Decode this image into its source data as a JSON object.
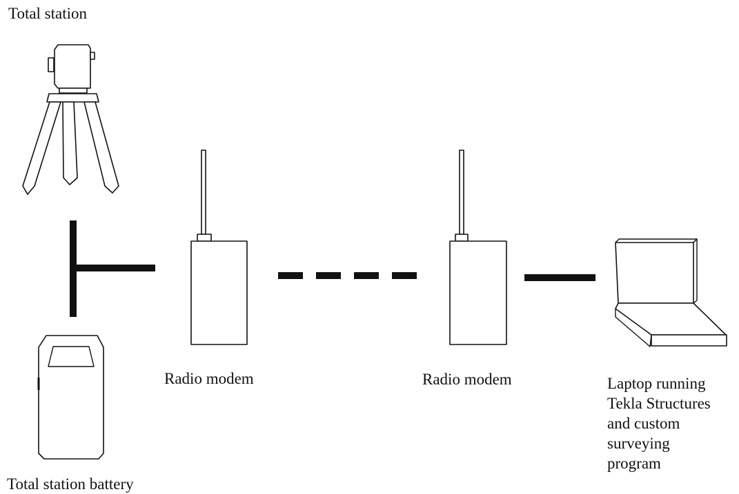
{
  "labels": {
    "total_station": "Total station",
    "battery": "Total station battery",
    "modem_left": "Radio modem",
    "modem_right": "Radio modem",
    "laptop": "Laptop running\nTekla Structures\nand custom\nsurveying\nprogram"
  },
  "connections": {
    "station_battery_to_modem": "wired",
    "modem_to_modem": "radio",
    "modem_to_laptop": "wired"
  },
  "colors": {
    "ink": "#111111",
    "background": "#ffffff"
  }
}
